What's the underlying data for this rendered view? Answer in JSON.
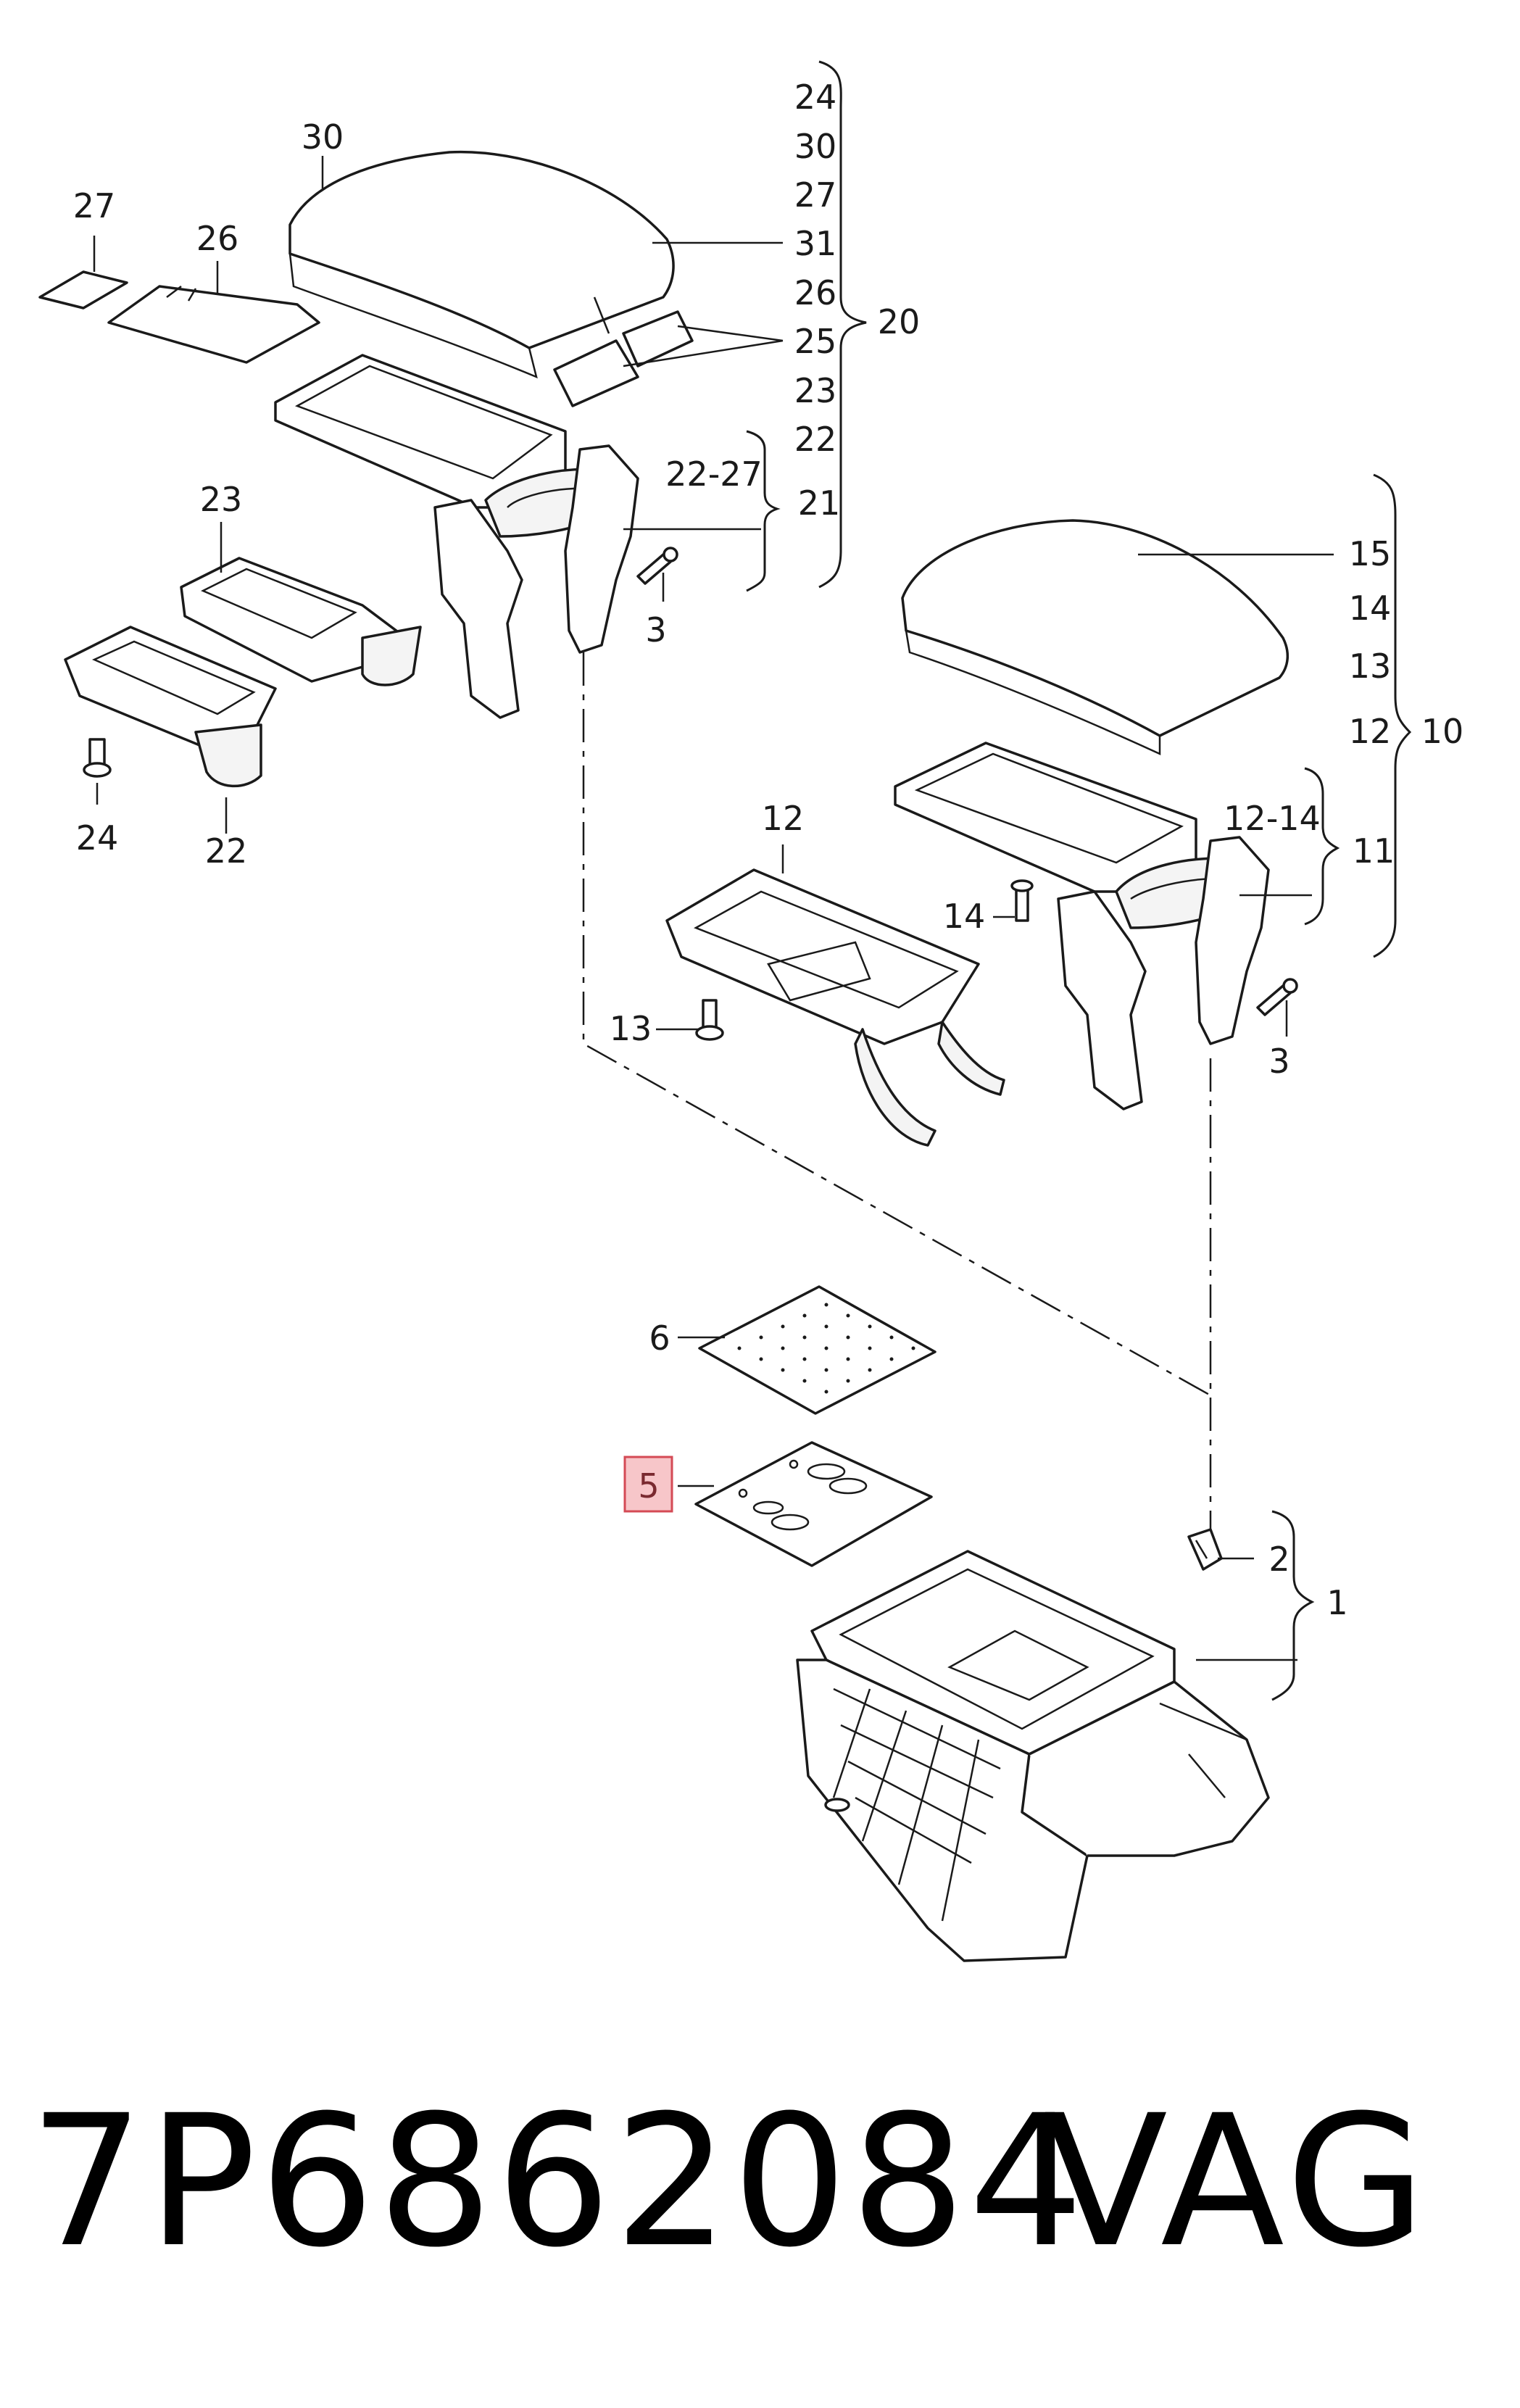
{
  "diagram": {
    "highlight_color": "#f7c6c9",
    "highlight_border": "#d44a55",
    "callouts": {
      "c30": "30",
      "c27": "27",
      "c26": "26",
      "c23": "23",
      "c24": "24",
      "c22": "22",
      "c3a": "3",
      "c3b": "3",
      "c21": "21",
      "c22_27": "22-27",
      "g20_24": "24",
      "g20_30": "30",
      "g20_27": "27",
      "g20_31": "31",
      "g20_26": "26",
      "g20_25": "25",
      "g20_23": "23",
      "g20_22": "22",
      "c20": "20",
      "g10_15": "15",
      "g10_14": "14",
      "g10_13": "13",
      "g10_12": "12",
      "c10": "10",
      "c12": "12",
      "c12_14": "12-14",
      "c11": "11",
      "c14": "14",
      "c13": "13",
      "c6": "6",
      "c5": "5",
      "c2": "2",
      "c1": "1"
    }
  },
  "footer": {
    "part_number": "7P6862084",
    "brand": "VAG"
  }
}
